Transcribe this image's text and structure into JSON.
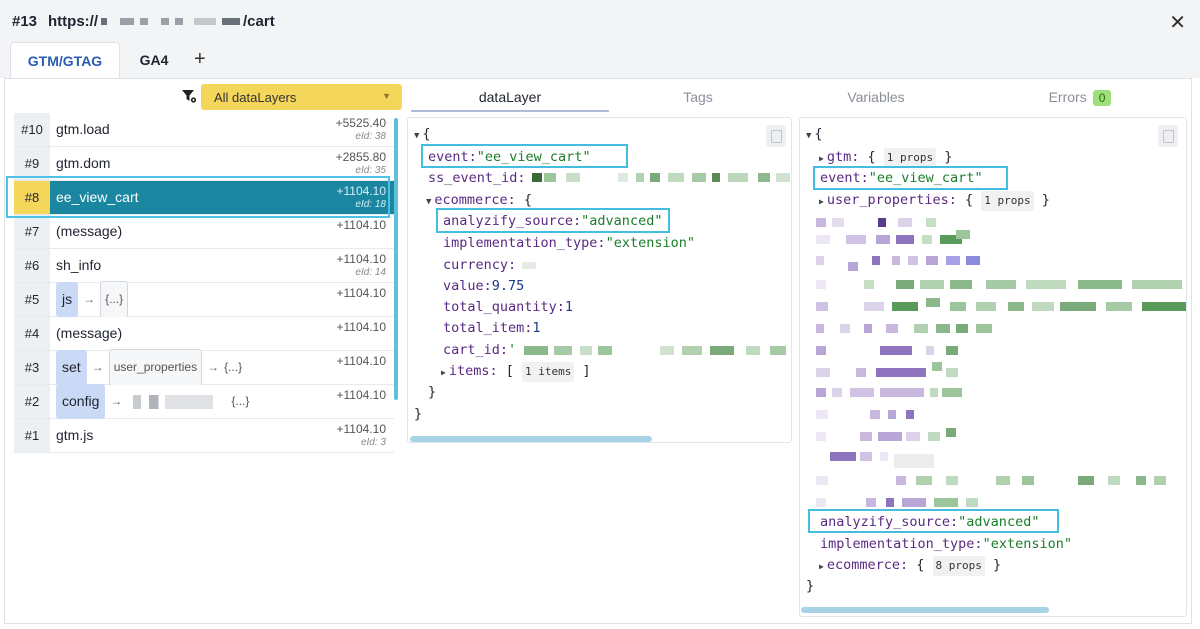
{
  "window": {
    "tab_number": "#13",
    "url_prefix": "https://",
    "url_suffix": "/cart",
    "close_icon": "close-icon"
  },
  "tabs": [
    {
      "label": "GTM/GTAG",
      "active": true
    },
    {
      "label": "GA4",
      "active": false
    }
  ],
  "add_tab_label": "+",
  "filter": {
    "icon": "filter-gear-icon",
    "dropdown_value": "All dataLayers"
  },
  "events": [
    {
      "num": "#10",
      "name": "gtm.load",
      "time": "+5525.40",
      "eid": "eId: 38"
    },
    {
      "num": "#9",
      "name": "gtm.dom",
      "time": "+2855.80",
      "eid": "eId: 35"
    },
    {
      "num": "#8",
      "name": "ee_view_cart",
      "time": "+1104.10",
      "eid": "eId: 18",
      "selected": true
    },
    {
      "num": "#7",
      "name": "(message)",
      "time": "+1104.10",
      "eid": ""
    },
    {
      "num": "#6",
      "name": "sh_info",
      "time": "+1104.10",
      "eid": "eId: 14"
    },
    {
      "num": "#5",
      "name": "js",
      "time": "+1104.10",
      "eid": "",
      "chip": true,
      "extra": "{...}"
    },
    {
      "num": "#4",
      "name": "(message)",
      "time": "+1104.10",
      "eid": ""
    },
    {
      "num": "#3",
      "name": "set",
      "time": "+1104.10",
      "eid": "",
      "chip": true,
      "mid": "user_properties",
      "extra": "{...}"
    },
    {
      "num": "#2",
      "name": "config",
      "time": "+1104.10",
      "eid": "",
      "chip": true,
      "extra": "{...}"
    },
    {
      "num": "#1",
      "name": "gtm.js",
      "time": "+1104.10",
      "eid": "eId: 3"
    }
  ],
  "inner_tabs": [
    {
      "label": "dataLayer",
      "active": true
    },
    {
      "label": "Tags",
      "active": false
    },
    {
      "label": "Variables",
      "active": false
    },
    {
      "label": "Errors",
      "active": false,
      "badge": "0"
    }
  ],
  "datalayer_panel": {
    "open_brace": "{",
    "close_brace": "}",
    "event_key": "event:",
    "event_val": "\"ee_view_cart\"",
    "ss_key": "ss_event_id:",
    "ecom_key": "ecommerce:",
    "ecom_open": "{",
    "source_key": "analyzify_source:",
    "source_val": "\"advanced\"",
    "impl_key": "implementation_type:",
    "impl_val": "\"extension\"",
    "currency_key": "currency:",
    "value_key": "value:",
    "value_val": "9.75",
    "tq_key": "total_quantity:",
    "tq_val": "1",
    "ti_key": "total_item:",
    "ti_val": "1",
    "cart_key": "cart_id:",
    "cart_val": "'",
    "items_key": "items:",
    "items_badge": "1 items",
    "items_open": "[",
    "items_close": "]",
    "ecom_close": "}"
  },
  "variables_panel": {
    "open_brace": "{",
    "close_brace": "}",
    "gtm_key": "gtm:",
    "gtm_badge": "1 props",
    "event_key": "event:",
    "event_val": "\"ee_view_cart\"",
    "up_key": "user_properties:",
    "up_badge": "1 props",
    "source_key": "analyzify_source:",
    "source_val": "\"advanced\"",
    "impl_key": "implementation_type:",
    "impl_val": "\"extension\"",
    "ecom_key": "ecommerce:",
    "ecom_badge": "8 props",
    "brace_open_inline": "{",
    "brace_close_inline": "}"
  },
  "colors": {
    "accent_selected": "#1a86a0",
    "highlight_outline": "#43bde0",
    "dropdown_yellow": "#f4d65a",
    "error_badge": "#9ee07a"
  }
}
